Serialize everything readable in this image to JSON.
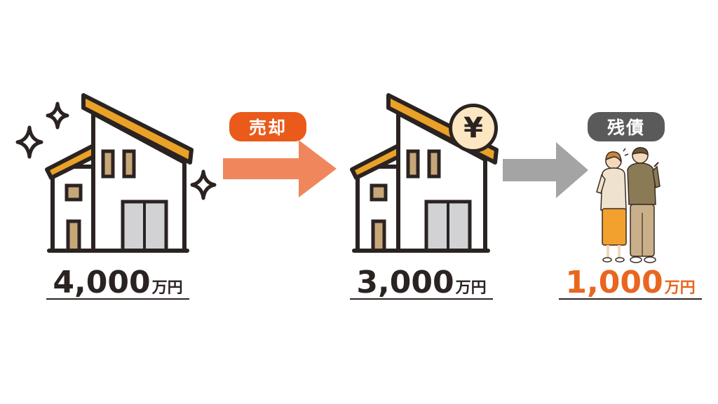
{
  "steps": [
    {
      "amount": "4,000",
      "unit": "万円"
    },
    {
      "amount": "3,000",
      "unit": "万円"
    },
    {
      "amount": "1,000",
      "unit": "万円"
    }
  ],
  "arrows": [
    {
      "label": "売却"
    },
    {
      "label": "残債"
    }
  ],
  "coin_symbol": "¥",
  "colors": {
    "dark": "#2b2322",
    "roof": "#e9a227",
    "window": "#c7a678",
    "door": "#d2d2d4",
    "sale_arrow": "#f0875c",
    "sale_pill": "#e95a1b",
    "debt_arrow": "#a4a4a4",
    "debt_pill": "#5a5a5a",
    "highlight_amount": "#e9661f",
    "coin_fill": "#fce7c2"
  }
}
